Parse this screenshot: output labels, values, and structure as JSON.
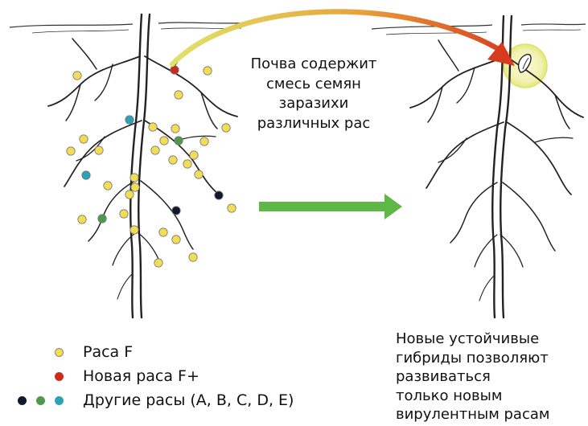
{
  "description_lines": [
    "Почва содержит",
    "смесь семян",
    "заразихи",
    "различных рас"
  ],
  "legend": [
    {
      "label": "Раса F",
      "dot_colors": [
        "#f2dd55"
      ]
    },
    {
      "label": "Новая раса F+",
      "dot_colors": [
        "#cc2a1f"
      ]
    },
    {
      "label": "Другие расы (A, B, C, D, E)",
      "dot_colors": [
        "#10172e",
        "#4d9a4d",
        "#2aa3b8"
      ]
    }
  ],
  "outcome_lines": [
    "Новые устойчивые",
    "гибриды позволяют",
    "развиваться",
    "только новым",
    "вирулентным расам"
  ],
  "colors": {
    "race_f": "#f2dd55",
    "new_race_f_plus": "#cc2a1f",
    "other_dark": "#10172e",
    "other_green": "#4d9a4d",
    "other_teal": "#2aa3b8",
    "transition_arrow": "#5db846",
    "infection_arrow_start": "#d8e060",
    "infection_arrow_end": "#d83a1e",
    "root_outline": "#222222"
  },
  "icons": [
    "soil-surface-icon",
    "root-system-icon",
    "seed-dot-icon",
    "curved-arrow-icon",
    "straight-arrow-icon",
    "germinated-seed-icon"
  ]
}
